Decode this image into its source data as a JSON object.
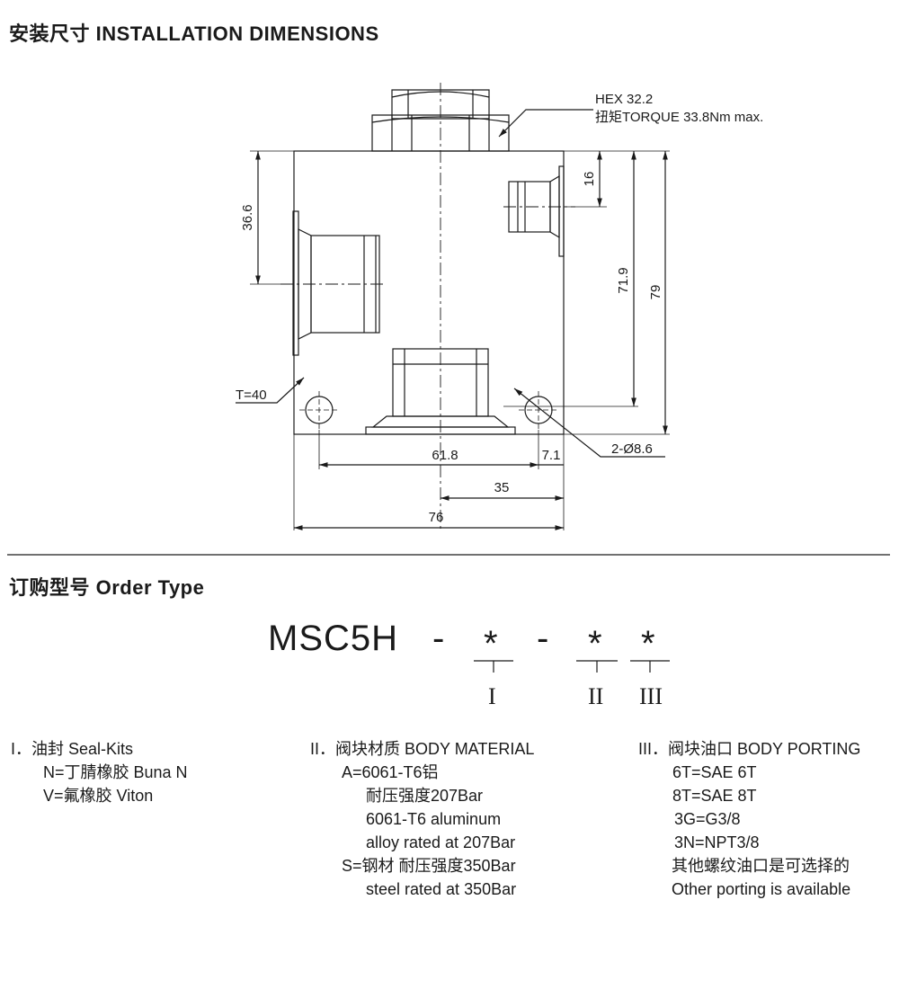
{
  "section1": {
    "title": "安装尺寸 INSTALLATION DIMENSIONS"
  },
  "section2": {
    "title": "订购型号 Order Type"
  },
  "drawing": {
    "hex_label": "HEX 32.2",
    "torque_label": "扭矩TORQUE 33.8Nm max.",
    "dims": {
      "d36_6": "36.6",
      "d16": "16",
      "d71_9": "71.9",
      "d79": "79",
      "t40": "T=40",
      "d61_8": "61.8",
      "d7_1": "7.1",
      "holes": "2-Ø8.6",
      "d35": "35",
      "d76": "76"
    }
  },
  "order": {
    "base": "MSC5H",
    "dash1": "-",
    "star1": "*",
    "dash2": "-",
    "star2": "*",
    "star3": "*",
    "roman1": "I",
    "roman2": "II",
    "roman3": "III"
  },
  "col1": {
    "heading": "I．油封 Seal-Kits",
    "lines": [
      "N=丁腈橡胶 Buna N",
      "V=氟橡胶 Viton"
    ]
  },
  "col2": {
    "heading": "II．阀块材质 BODY MATERIAL",
    "lines": [
      "A=6061-T6铝",
      "耐压强度207Bar",
      "6061-T6 aluminum",
      "alloy rated at 207Bar",
      "S=钢材 耐压强度350Bar",
      "steel rated at 350Bar"
    ]
  },
  "col3": {
    "heading": "III．阀块油口 BODY PORTING",
    "lines": [
      "6T=SAE 6T",
      "8T=SAE 8T",
      "3G=G3/8",
      "3N=NPT3/8",
      "其他螺纹油口是可选择的",
      "Other porting is available"
    ]
  }
}
